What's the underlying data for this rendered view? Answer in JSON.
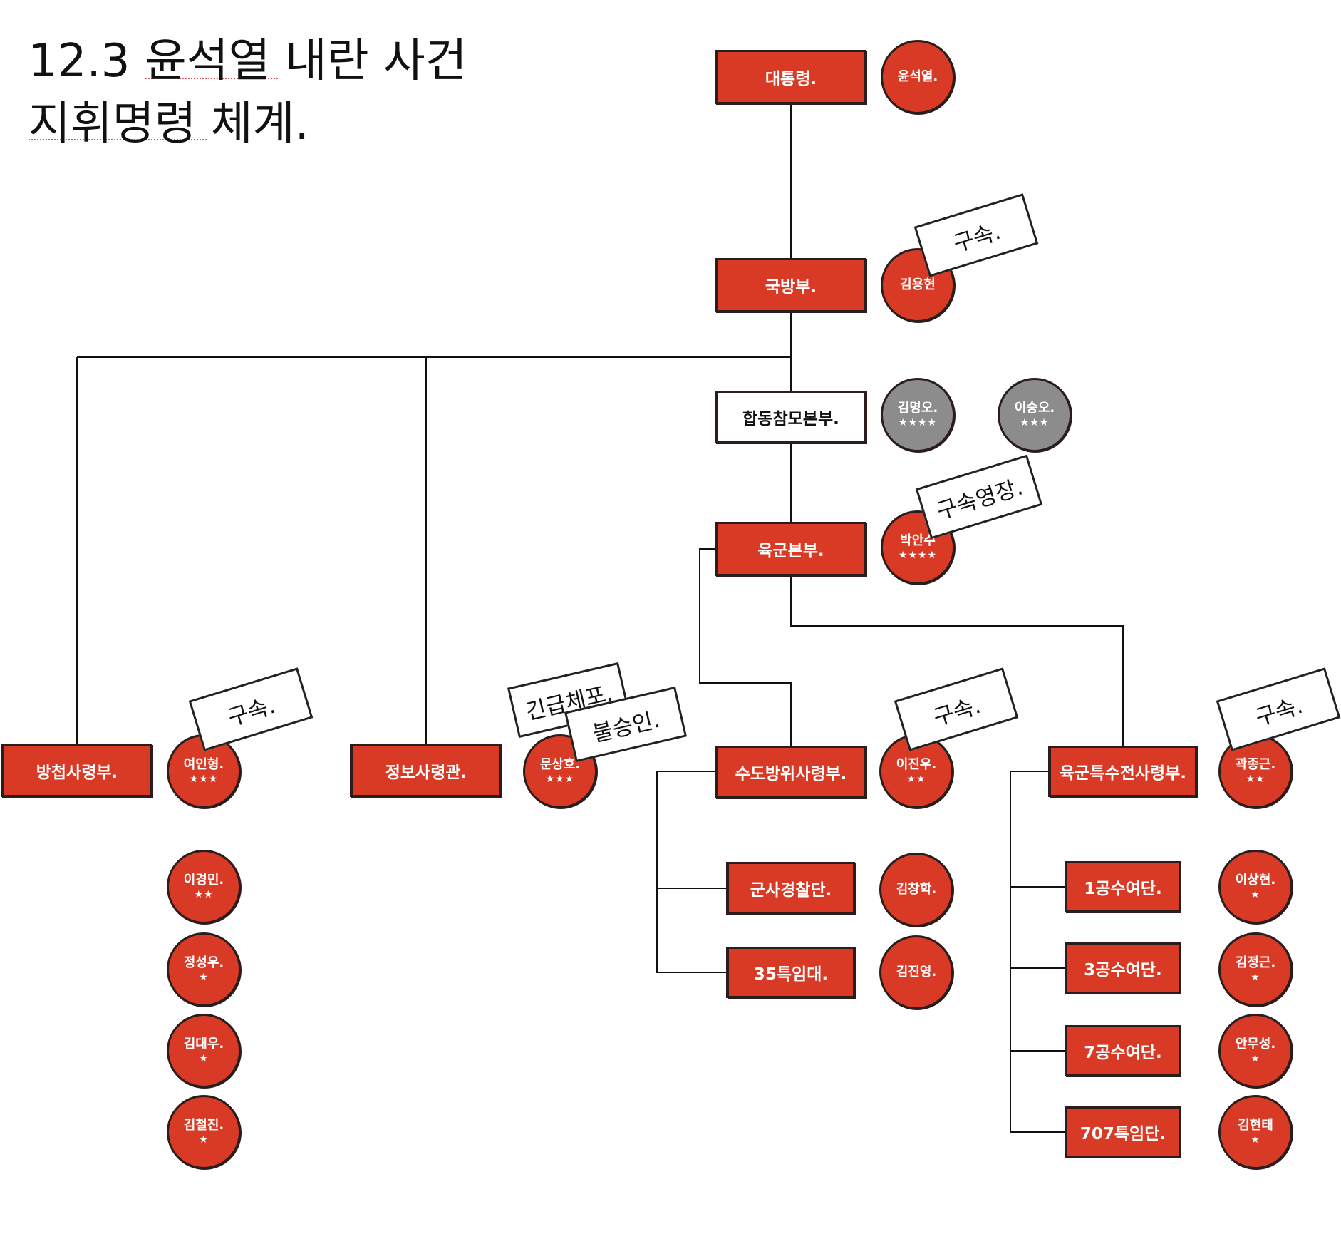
{
  "title": {
    "line1": "12.3 윤석열 내란 사건",
    "line2": "지휘명령 체계."
  },
  "colors": {
    "accent": "#d83a26",
    "inactive": "#8c8c8c",
    "line": "#111111"
  },
  "units": {
    "president": "대통령.",
    "mnd": "국방부.",
    "jcs": "합동참모본부.",
    "army_hq": "육군본부.",
    "counterintel": "방첩사령부.",
    "intel": "정보사령관.",
    "capital_defense": "수도방위사령부.",
    "special_warfare": "육군특수전사령부.",
    "military_police": "군사경찰단.",
    "special_35": "35특임대.",
    "airborne_1": "1공수여단.",
    "airborne_3": "3공수여단.",
    "airborne_7": "7공수여단.",
    "special_707": "707특임단."
  },
  "people": {
    "yoon": {
      "name": "윤석열.",
      "stars": ""
    },
    "kim_yh": {
      "name": "김용현",
      "stars": ""
    },
    "kim_mo": {
      "name": "김명오.",
      "stars": "★★★★"
    },
    "lee_so": {
      "name": "이승오.",
      "stars": "★★★"
    },
    "park_as": {
      "name": "박안수",
      "stars": "★★★★"
    },
    "yeo_ih": {
      "name": "여인형.",
      "stars": "★★★"
    },
    "moon_sh": {
      "name": "문상호.",
      "stars": "★★★"
    },
    "lee_jw": {
      "name": "이진우.",
      "stars": "★★"
    },
    "kwak_jk": {
      "name": "곽종근.",
      "stars": "★★"
    },
    "lee_km": {
      "name": "이경민.",
      "stars": "★★"
    },
    "jung_sw": {
      "name": "정성우.",
      "stars": "★"
    },
    "kim_dw": {
      "name": "김대우.",
      "stars": "★"
    },
    "kim_cj": {
      "name": "김철진.",
      "stars": "★"
    },
    "kim_ch": {
      "name": "김창학.",
      "stars": ""
    },
    "kim_jy": {
      "name": "김진영.",
      "stars": ""
    },
    "lee_sh": {
      "name": "이상현.",
      "stars": "★"
    },
    "kim_jk": {
      "name": "김정근.",
      "stars": "★"
    },
    "ahn_ms": {
      "name": "안무성.",
      "stars": "★"
    },
    "kim_ht": {
      "name": "김현태",
      "stars": "★"
    }
  },
  "tags": {
    "arrest": "구속.",
    "warrant": "구속영장.",
    "emergency_arrest": "긴급체포.",
    "disapproved": "불승인."
  }
}
